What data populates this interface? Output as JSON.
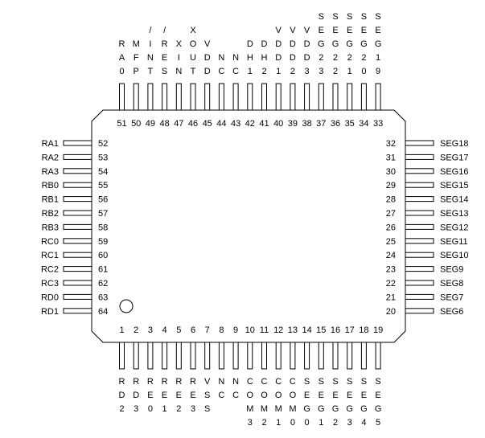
{
  "package": {
    "pin1_marker": "circle",
    "top_pins": [
      {
        "num": "51",
        "label": "RA0"
      },
      {
        "num": "50",
        "label": "MFP"
      },
      {
        "num": "49",
        "label": "/INT"
      },
      {
        "num": "48",
        "label": "/RES"
      },
      {
        "num": "47",
        "label": "XIN"
      },
      {
        "num": "46",
        "label": "XOUT"
      },
      {
        "num": "45",
        "label": "VDD"
      },
      {
        "num": "44",
        "label": "NC"
      },
      {
        "num": "43",
        "label": "NC"
      },
      {
        "num": "42",
        "label": "DH1"
      },
      {
        "num": "41",
        "label": "DH2"
      },
      {
        "num": "40",
        "label": "VDD1"
      },
      {
        "num": "39",
        "label": "VDD2"
      },
      {
        "num": "38",
        "label": "VDD3"
      },
      {
        "num": "37",
        "label": "SEG23"
      },
      {
        "num": "36",
        "label": "SEG22"
      },
      {
        "num": "35",
        "label": "SEG21"
      },
      {
        "num": "34",
        "label": "SEG20"
      },
      {
        "num": "33",
        "label": "SEG19"
      }
    ],
    "bottom_pins": [
      {
        "num": "1",
        "label": "RD2"
      },
      {
        "num": "2",
        "label": "RD3"
      },
      {
        "num": "3",
        "label": "RE0"
      },
      {
        "num": "4",
        "label": "RE1"
      },
      {
        "num": "5",
        "label": "RE2"
      },
      {
        "num": "6",
        "label": "RE3"
      },
      {
        "num": "7",
        "label": "VSS"
      },
      {
        "num": "8",
        "label": "NC"
      },
      {
        "num": "9",
        "label": "NC"
      },
      {
        "num": "10",
        "label": "COM3"
      },
      {
        "num": "11",
        "label": "COM2"
      },
      {
        "num": "12",
        "label": "COM1"
      },
      {
        "num": "13",
        "label": "COM0"
      },
      {
        "num": "14",
        "label": "SEG0"
      },
      {
        "num": "15",
        "label": "SEG1"
      },
      {
        "num": "16",
        "label": "SEG2"
      },
      {
        "num": "17",
        "label": "SEG3"
      },
      {
        "num": "18",
        "label": "SEG4"
      },
      {
        "num": "19",
        "label": "SEG5"
      }
    ],
    "left_pins": [
      {
        "num": "52",
        "label": "RA1"
      },
      {
        "num": "53",
        "label": "RA2"
      },
      {
        "num": "54",
        "label": "RA3"
      },
      {
        "num": "55",
        "label": "RB0"
      },
      {
        "num": "56",
        "label": "RB1"
      },
      {
        "num": "57",
        "label": "RB2"
      },
      {
        "num": "58",
        "label": "RB3"
      },
      {
        "num": "59",
        "label": "RC0"
      },
      {
        "num": "60",
        "label": "RC1"
      },
      {
        "num": "61",
        "label": "RC2"
      },
      {
        "num": "62",
        "label": "RC3"
      },
      {
        "num": "63",
        "label": "RD0"
      },
      {
        "num": "64",
        "label": "RD1"
      }
    ],
    "right_pins": [
      {
        "num": "32",
        "label": "SEG18"
      },
      {
        "num": "31",
        "label": "SEG17"
      },
      {
        "num": "30",
        "label": "SEG16"
      },
      {
        "num": "29",
        "label": "SEG15"
      },
      {
        "num": "28",
        "label": "SEG14"
      },
      {
        "num": "27",
        "label": "SEG13"
      },
      {
        "num": "26",
        "label": "SEG12"
      },
      {
        "num": "25",
        "label": "SEG11"
      },
      {
        "num": "24",
        "label": "SEG10"
      },
      {
        "num": "23",
        "label": "SEG9"
      },
      {
        "num": "22",
        "label": "SEG8"
      },
      {
        "num": "21",
        "label": "SEG7"
      },
      {
        "num": "20",
        "label": "SEG6"
      }
    ]
  }
}
